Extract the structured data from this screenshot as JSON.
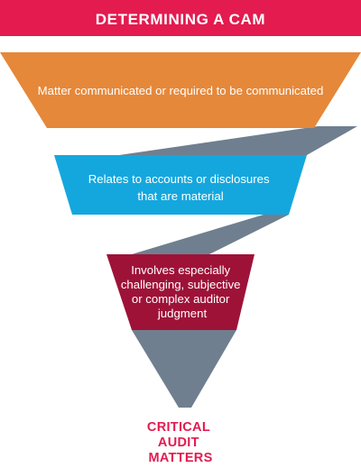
{
  "title": "DETERMINING A CAM",
  "stages": [
    {
      "lines": [
        "Matter communicated or required to be communicated"
      ]
    },
    {
      "lines": [
        "Relates to accounts or disclosures",
        "that are material"
      ]
    },
    {
      "lines": [
        "Involves especially",
        "challenging, subjective",
        "or complex auditor",
        "judgment"
      ]
    }
  ],
  "result": {
    "lines": [
      "CRITICAL",
      "AUDIT",
      "MATTERS"
    ]
  },
  "colors": {
    "title_bar": "#e31b4f",
    "title_text": "#ffffff",
    "stage_1": "#e5883a",
    "stage_2": "#14a7de",
    "stage_3": "#9e1238",
    "stage_text": "#ffffff",
    "ribbon": "#6f7f8f",
    "result_text": "#e31b4f"
  }
}
